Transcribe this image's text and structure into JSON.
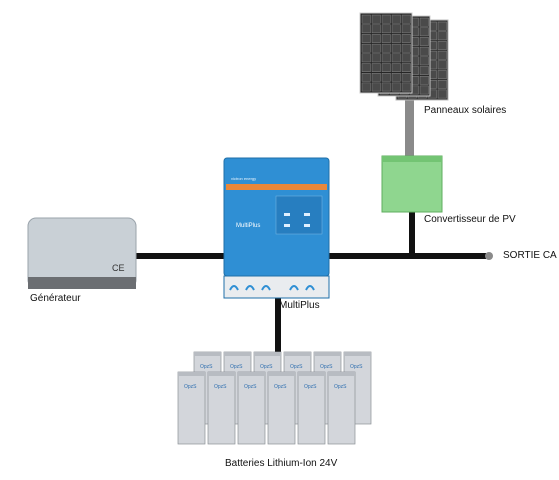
{
  "labels": {
    "solar_panels": "Panneaux solaires",
    "pv_converter": "Convertisseur de PV",
    "ac_output": "SORTIE CA",
    "generator": "Générateur",
    "multiplus": "MultiPlus",
    "batteries": "Batteries Lithium-Ion 24V"
  },
  "device_text": {
    "multiplus_brand": "victron energy",
    "multiplus_model": "MultiPlus",
    "generator_mark": "CE",
    "battery_mark": "OpzS"
  },
  "colors": {
    "multiplus_blue": "#2f8fd4",
    "multiplus_orange": "#e8873a",
    "converter_green": "#8fd68f",
    "generator_gray": "#c9d0d6",
    "battery_gray": "#d3d6db",
    "panel_dark": "#2b2b2b",
    "wire": "#111111",
    "pole": "#8a8a8a"
  }
}
